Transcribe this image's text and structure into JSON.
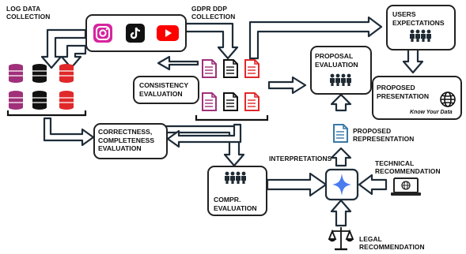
{
  "labels": {
    "log_data": "LOG DATA\nCOLLECTION",
    "gdpr": "GDPR DDP\nCOLLECTION",
    "consistency": "CONSISTENCY\nEVALUATION",
    "correctness": "CORRECTNESS,\nCOMPLETENESS\nEVALUATION",
    "compr": "COMPR.\nEVALUATION",
    "interpretations": "INTERPRETATIONS",
    "proposal_eval": "PROPOSAL\nEVALUATION",
    "users_expectations": "USERS\nEXPECTATIONS",
    "proposed_presentation": "PROPOSED\nPRESENTATION",
    "know_your_data": "Know Your Data",
    "proposed_representation": "PROPOSED\nREPRESENTATION",
    "technical": "TECHNICAL\nRECOMMENDATION",
    "legal": "LEGAL\nRECOMMENDATION"
  },
  "apps": [
    "instagram-icon",
    "tiktok-icon",
    "youtube-icon"
  ],
  "colors": {
    "instagram": "#d6249f",
    "youtube": "#ff0000",
    "purple_db": "#a0307a",
    "red_db": "#e0282a",
    "black_db": "#111111",
    "gemini": "#4a7cf0",
    "doc_blue": "#3a79a8"
  }
}
